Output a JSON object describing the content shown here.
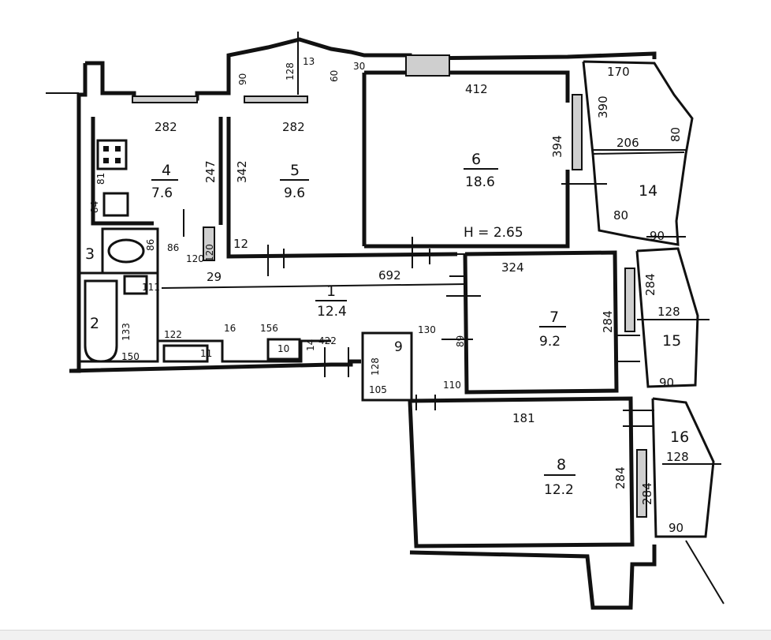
{
  "rooms": {
    "r1": {
      "number": "1",
      "area": "12.4"
    },
    "r2": {
      "number": "2"
    },
    "r3": {
      "number": "3"
    },
    "r4": {
      "number": "4",
      "area": "7.6"
    },
    "r5": {
      "number": "5",
      "area": "9.6"
    },
    "r6": {
      "number": "6",
      "area": "18.6"
    },
    "r7": {
      "number": "7",
      "area": "9.2"
    },
    "r8": {
      "number": "8",
      "area": "12.2"
    },
    "r9": {
      "number": "9"
    },
    "r10": {
      "number": "10"
    },
    "r11": {
      "number": "11"
    },
    "r14": {
      "number": "14"
    },
    "r15": {
      "number": "15"
    },
    "r16": {
      "number": "16"
    }
  },
  "dimensions": {
    "d_282_a": "282",
    "d_282_b": "282",
    "d_412": "412",
    "d_324": "324",
    "d_181": "181",
    "d_342": "342",
    "d_247": "247",
    "d_394": "394",
    "d_284_a": "284",
    "d_284_b": "284",
    "d_284_c": "284",
    "d_284_d": "284",
    "d_692": "692",
    "d_29": "29",
    "d_12": "12",
    "d_86": "86",
    "d_120": "120",
    "d_122": "122",
    "d_16": "16",
    "d_156": "156",
    "d_422": "422",
    "d_150": "150",
    "d_133": "133",
    "d_128_a": "128",
    "d_128_b": "128",
    "d_128_c": "128",
    "d_128_d": "128",
    "d_105": "105",
    "d_110": "110",
    "d_130": "130",
    "d_170": "170",
    "d_390": "390",
    "d_206": "206",
    "d_80_a": "80",
    "d_80_b": "80",
    "d_90_a": "90",
    "d_90_b": "90",
    "d_90_c": "90",
    "d_90_d": "90",
    "d_30": "30",
    "d_13": "13",
    "d_84": "84",
    "d_111": "111",
    "d_60": "60",
    "d_81": "81",
    "d_86_b": "86",
    "d_89": "89",
    "d_120_b": "120",
    "d_14": "14"
  },
  "ceiling_height": "H = 2.65"
}
